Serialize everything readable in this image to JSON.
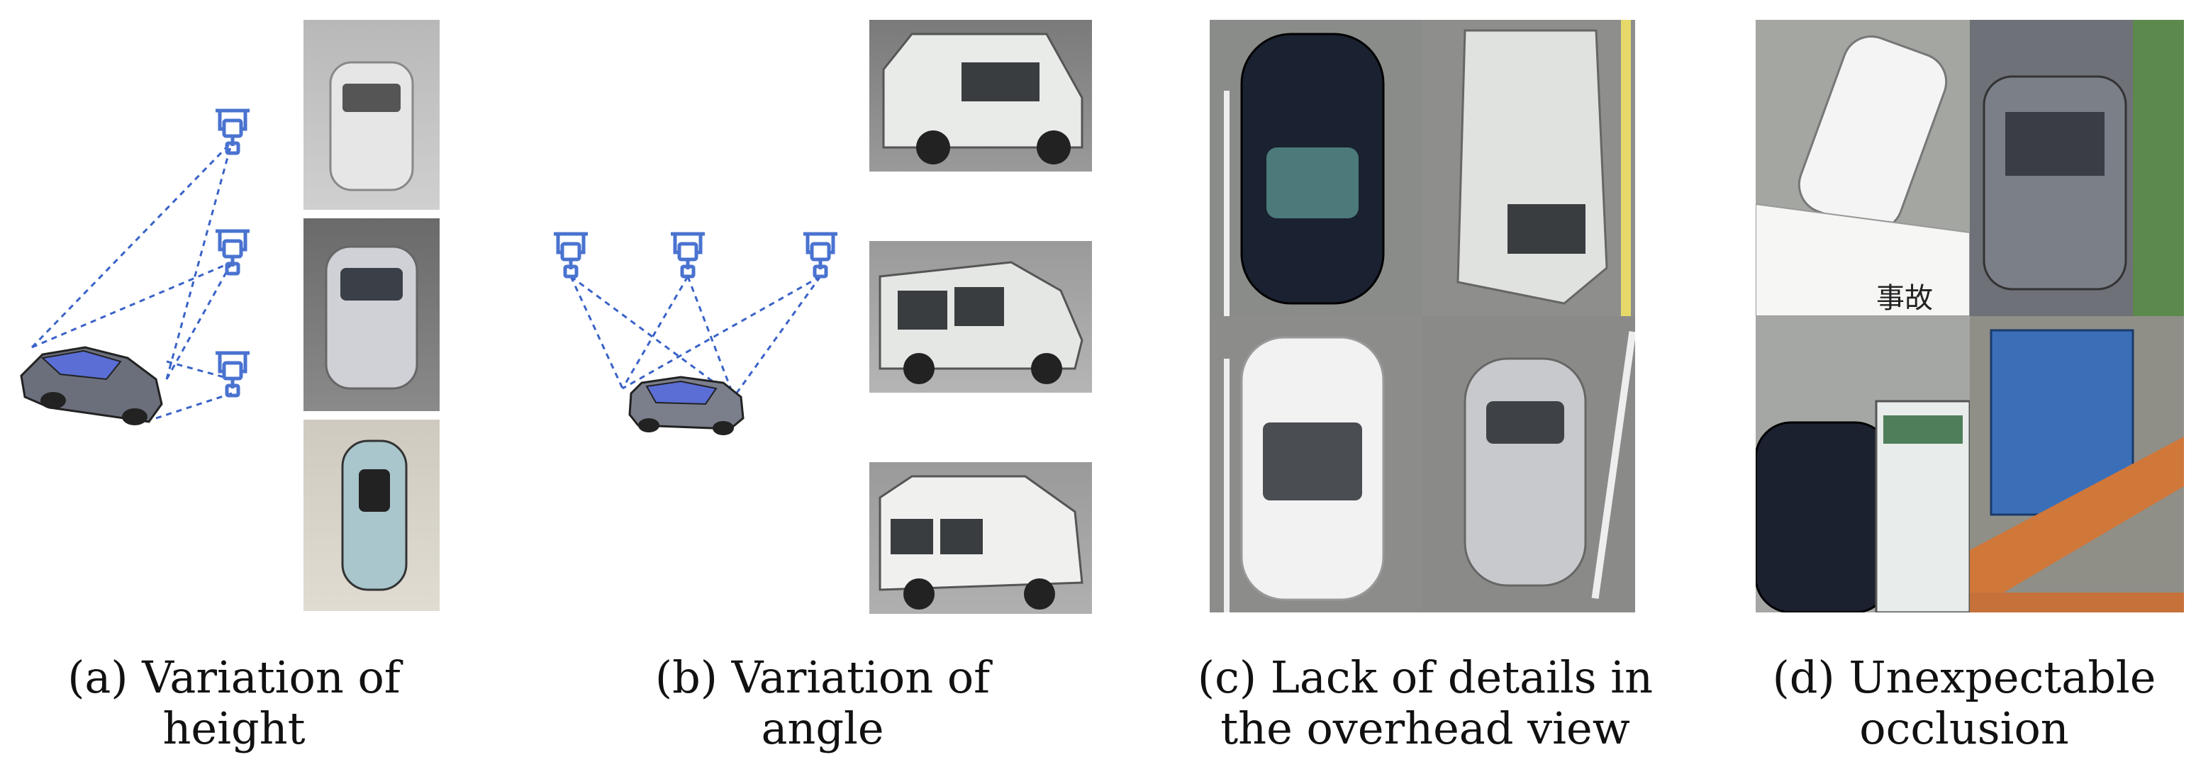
{
  "figure": {
    "panels": [
      {
        "id": "a",
        "caption_line1": "(a) Variation of",
        "caption_line2": "height"
      },
      {
        "id": "b",
        "caption_line1": "(b) Variation of",
        "caption_line2": "angle"
      },
      {
        "id": "c",
        "caption_line1": "(c) Lack of details in",
        "caption_line2": "the overhead view"
      },
      {
        "id": "d",
        "caption_line1": "(d) Unexpectable",
        "caption_line2": "occlusion"
      }
    ],
    "photo_text": {
      "d_truck_sign": "事故"
    },
    "colors": {
      "drone_blue": "#4a73d0",
      "dashed_line": "#3a63c8",
      "car_body_blue": "#5a6ed6",
      "car_body_grey": "#7b7f8c"
    }
  }
}
